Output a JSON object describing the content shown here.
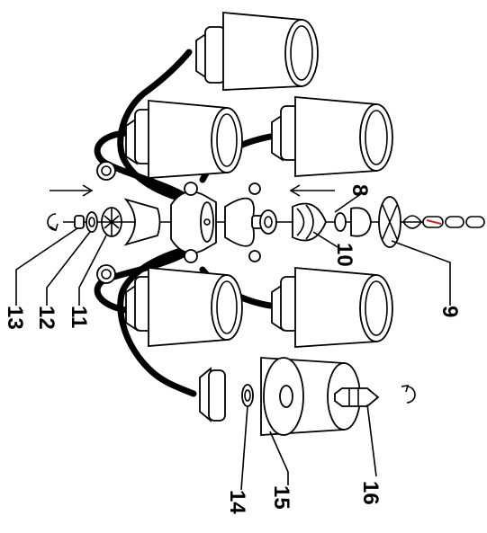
{
  "diagram": {
    "callouts": [
      "8",
      "9",
      "10",
      "11",
      "12",
      "13",
      "14",
      "15",
      "16"
    ],
    "colors": {
      "ink": "#000000",
      "paper": "#ffffff",
      "chain_accent": "#cc2222"
    }
  }
}
